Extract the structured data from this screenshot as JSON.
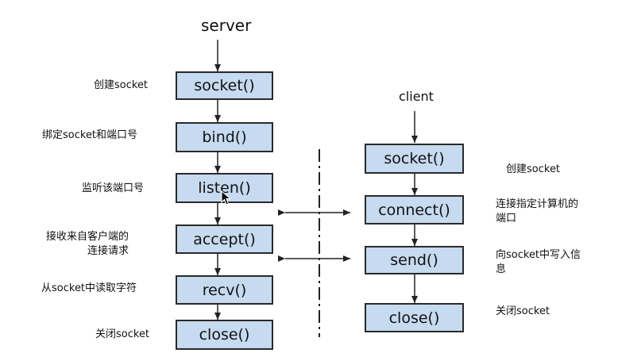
{
  "server": {
    "heading": "server",
    "steps": [
      {
        "func": "socket()",
        "label": "创建socket"
      },
      {
        "func": "bind()",
        "label": "绑定socket和端口号"
      },
      {
        "func": "listen()",
        "label": "监听该端口号"
      },
      {
        "func": "accept()",
        "label": "接收来自客户端的\n连接请求"
      },
      {
        "func": "recv()",
        "label": "从socket中读取字符"
      },
      {
        "func": "close()",
        "label": "关闭socket"
      }
    ]
  },
  "client": {
    "heading": "client",
    "steps": [
      {
        "func": "socket()",
        "label": "创建socket"
      },
      {
        "func": "connect()",
        "label": "连接指定计算机的\n端口"
      },
      {
        "func": "send()",
        "label": "向socket中写入信\n息"
      },
      {
        "func": "close()",
        "label": "关闭socket"
      }
    ]
  },
  "colors": {
    "box_fill": "#c6daf0",
    "box_border": "#2a2a2a",
    "line": "#222222",
    "text": "#111111"
  }
}
